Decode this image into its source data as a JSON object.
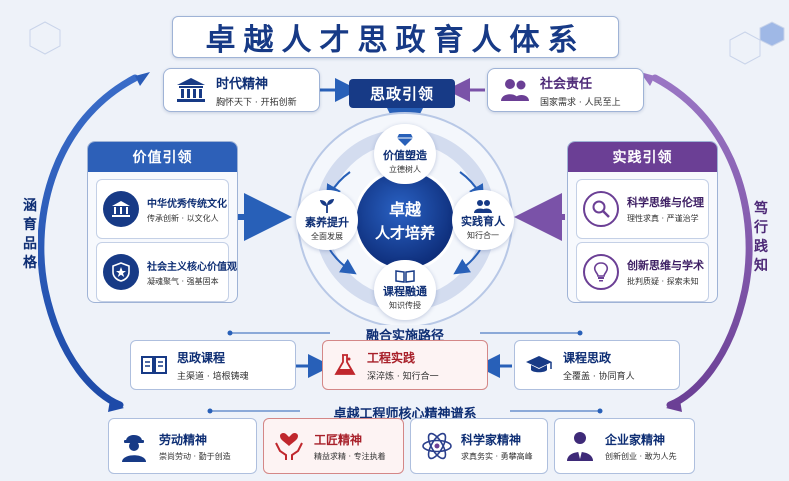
{
  "title": "卓越人才思政育人体系",
  "top": {
    "left": {
      "name": "时代精神",
      "sub": "胸怀天下 · 开拓创新",
      "icon": "institution-icon"
    },
    "center": {
      "name": "思政引领"
    },
    "right": {
      "name": "社会责任",
      "sub": "国家需求 · 人民至上",
      "icon": "people-icon"
    }
  },
  "left_panel": {
    "header": "价值引领",
    "items": [
      {
        "name": "中华优秀传统文化",
        "sub": "传承创新 · 以文化人",
        "icon": "temple-icon"
      },
      {
        "name": "社会主义核心价值观",
        "sub": "凝魂聚气 · 强基固本",
        "icon": "star-shield-icon"
      }
    ]
  },
  "right_panel": {
    "header": "实践引领",
    "items": [
      {
        "name": "科学思维与伦理",
        "sub": "理性求真 · 严谨治学",
        "icon": "magnifier-icon"
      },
      {
        "name": "创新思维与学术",
        "sub": "批判质疑 · 探索未知",
        "icon": "lightbulb-icon"
      }
    ]
  },
  "center": {
    "core": "卓越\n人才培养",
    "core_line1": "卓越",
    "core_line2": "人才培养",
    "petals": {
      "top": {
        "name": "价值塑造",
        "sub": "立德树人",
        "icon": "diamond-icon"
      },
      "right": {
        "name": "实践育人",
        "sub": "知行合一",
        "icon": "people-icon"
      },
      "bottom": {
        "name": "课程融通",
        "sub": "知识传授",
        "icon": "open-book-icon"
      },
      "left": {
        "name": "素养提升",
        "sub": "全面发展",
        "icon": "sprout-icon"
      }
    }
  },
  "side_labels": {
    "left": "涵育品格",
    "right": "笃行践知"
  },
  "path": {
    "title": "融合实施路径",
    "items": [
      {
        "name": "思政课程",
        "sub": "主渠道 · 培根铸魂",
        "icon": "book-icon"
      },
      {
        "name": "工程实践",
        "sub": "深淬炼 · 知行合一",
        "icon": "flask-icon"
      },
      {
        "name": "课程思政",
        "sub": "全覆盖 · 协同育人",
        "icon": "graduation-cap-icon"
      }
    ]
  },
  "spirit": {
    "title": "卓越工程师核心精神谱系",
    "items": [
      {
        "name": "劳动精神",
        "sub": "崇尚劳动 · 勤于创造",
        "icon": "worker-icon"
      },
      {
        "name": "工匠精神",
        "sub": "精益求精 · 专注执着",
        "icon": "heart-hands-icon"
      },
      {
        "name": "科学家精神",
        "sub": "求真务实 · 勇攀高峰",
        "icon": "atom-icon"
      },
      {
        "name": "企业家精神",
        "sub": "创新创业 · 敢为人先",
        "icon": "businessman-icon"
      }
    ]
  },
  "colors": {
    "navy": "#173a86",
    "blue": "#2860b8",
    "purple": "#6b3f95",
    "red": "#c0272d"
  }
}
